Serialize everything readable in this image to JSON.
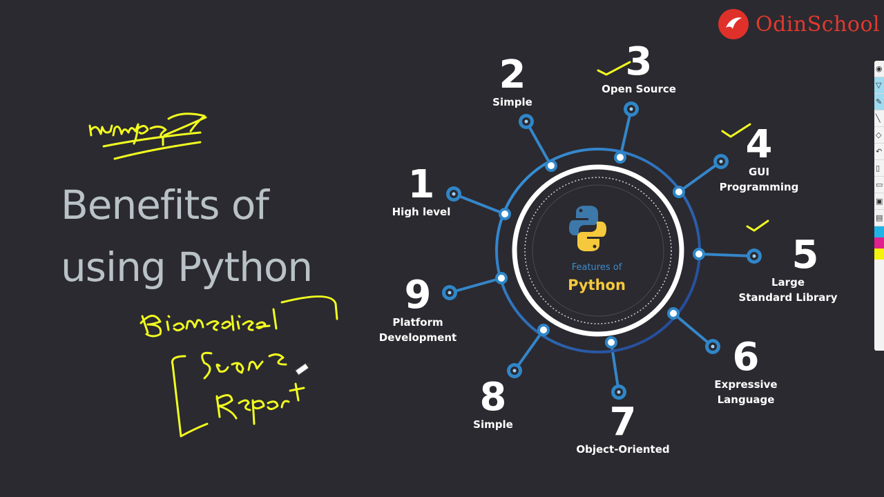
{
  "brand": {
    "name": "OdinSchool",
    "color": "#e2392e"
  },
  "title": {
    "line1": "Benefits of",
    "line2": "using Python"
  },
  "center": {
    "caption": "Features of",
    "name": "Python"
  },
  "features": [
    {
      "num": "1",
      "label": "High level"
    },
    {
      "num": "2",
      "label": "Simple"
    },
    {
      "num": "3",
      "label": "Open Source"
    },
    {
      "num": "4",
      "label_line1": "GUI",
      "label_line2": "Programming"
    },
    {
      "num": "5",
      "label_line1": "Large",
      "label_line2": "Standard Library"
    },
    {
      "num": "6",
      "label_line1": "Expressive",
      "label_line2": "Language"
    },
    {
      "num": "7",
      "label": "Object-Oriented"
    },
    {
      "num": "8",
      "label": "Simple"
    },
    {
      "num": "9",
      "label_line1": "Platform",
      "label_line2": "Development"
    }
  ],
  "annotations": {
    "word1": "numpy",
    "word2": "Biomedical",
    "word3": "Scans",
    "word4": "Report",
    "ink_color": "#f2ff1f"
  },
  "toolbar": {
    "tools": [
      "eye-icon",
      "pointer-icon",
      "pen-icon",
      "pencil-icon",
      "eraser-icon",
      "undo-icon",
      "trash-icon",
      "comment-icon",
      "camera-icon",
      "clipboard-icon"
    ],
    "swatches": [
      "#20b4e6",
      "#e0208c",
      "#f4f20f"
    ]
  },
  "colors": {
    "background": "#2b2a30",
    "accent": "#2f86c8",
    "title": "#b9c2c7"
  }
}
